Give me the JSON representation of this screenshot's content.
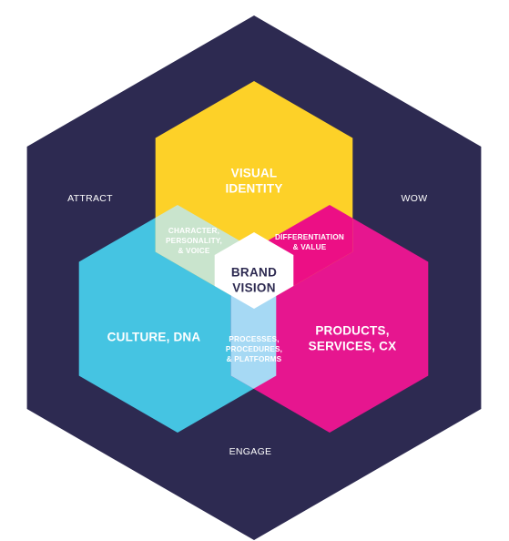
{
  "colors": {
    "background": "#ffffff",
    "outer_hexagon": "#2d2a51",
    "visual_identity": "#fdd128",
    "culture_dna": "#45c4e2",
    "products_services": "#e6168f",
    "overlap_yellow_blue": "#c9e4cd",
    "overlap_yellow_magenta": "#ec0f85",
    "overlap_blue_magenta": "#a6d9f4",
    "center": "#ffffff",
    "text_light": "#ffffff",
    "text_dark": "#2d2a51"
  },
  "outer_labels": {
    "attract": "ATTRACT",
    "wow": "WOW",
    "engage": "ENGAGE"
  },
  "regions": {
    "visual_identity": {
      "line1": "VISUAL",
      "line2": "IDENTITY"
    },
    "culture_dna": {
      "line1": "CULTURE, DNA"
    },
    "products_services": {
      "line1": "PRODUCTS,",
      "line2": "SERVICES, CX"
    }
  },
  "overlaps": {
    "character": {
      "line1": "CHARACTER,",
      "line2": "PERSONALITY,",
      "line3": "& VOICE"
    },
    "differentiation": {
      "line1": "DIFFERENTIATION",
      "line2": "& VALUE"
    },
    "processes": {
      "line1": "PROCESSES,",
      "line2": "PROCEDURES,",
      "line3": "& PLATFORMS"
    }
  },
  "center": {
    "line1": "BRAND",
    "line2": "VISION"
  }
}
